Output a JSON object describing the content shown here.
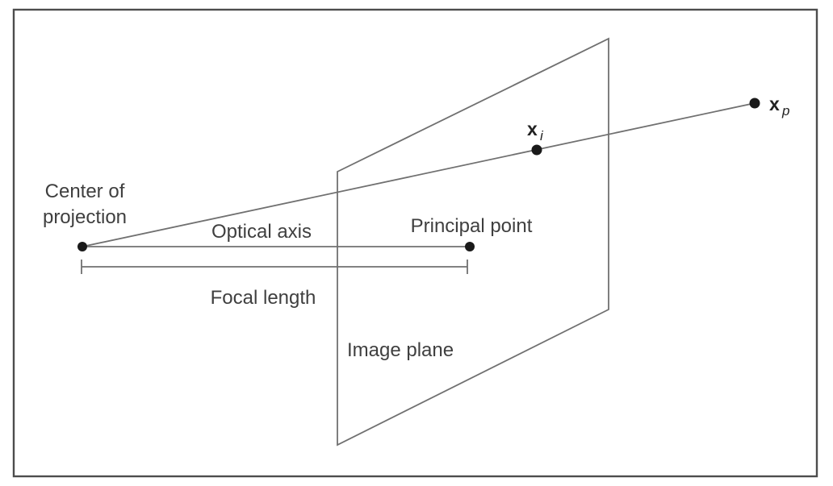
{
  "labels": {
    "center_of_projection_line1": "Center of",
    "center_of_projection_line2": "projection",
    "optical_axis": "Optical axis",
    "principal_point": "Principal point",
    "focal_length": "Focal length",
    "image_plane": "Image plane",
    "image_point_base": "x",
    "image_point_sub": "i",
    "world_point_base": "x",
    "world_point_sub": "p"
  },
  "colors": {
    "background": "#ffffff",
    "border": "#4d4d4d",
    "line": "#707070",
    "text": "#3f3f3f",
    "dot": "#1a1a1a"
  }
}
